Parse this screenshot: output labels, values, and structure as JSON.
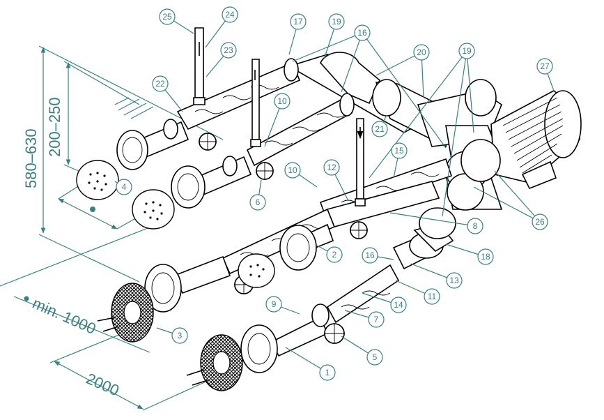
{
  "colors": {
    "accent": "#3c7f80",
    "line": "#000000",
    "background": "#ffffff"
  },
  "dimensions": {
    "water_depth": "580–630",
    "nozzle_depth": "200–250",
    "spacing_min": "min. 1000",
    "spacing": "2000"
  },
  "callouts": [
    "1",
    "2",
    "3",
    "4",
    "5",
    "6",
    "7",
    "8",
    "9",
    "10",
    "10",
    "11",
    "12",
    "13",
    "14",
    "15",
    "16",
    "16",
    "17",
    "18",
    "19",
    "19",
    "20",
    "21",
    "22",
    "23",
    "24",
    "25",
    "26",
    "27"
  ]
}
